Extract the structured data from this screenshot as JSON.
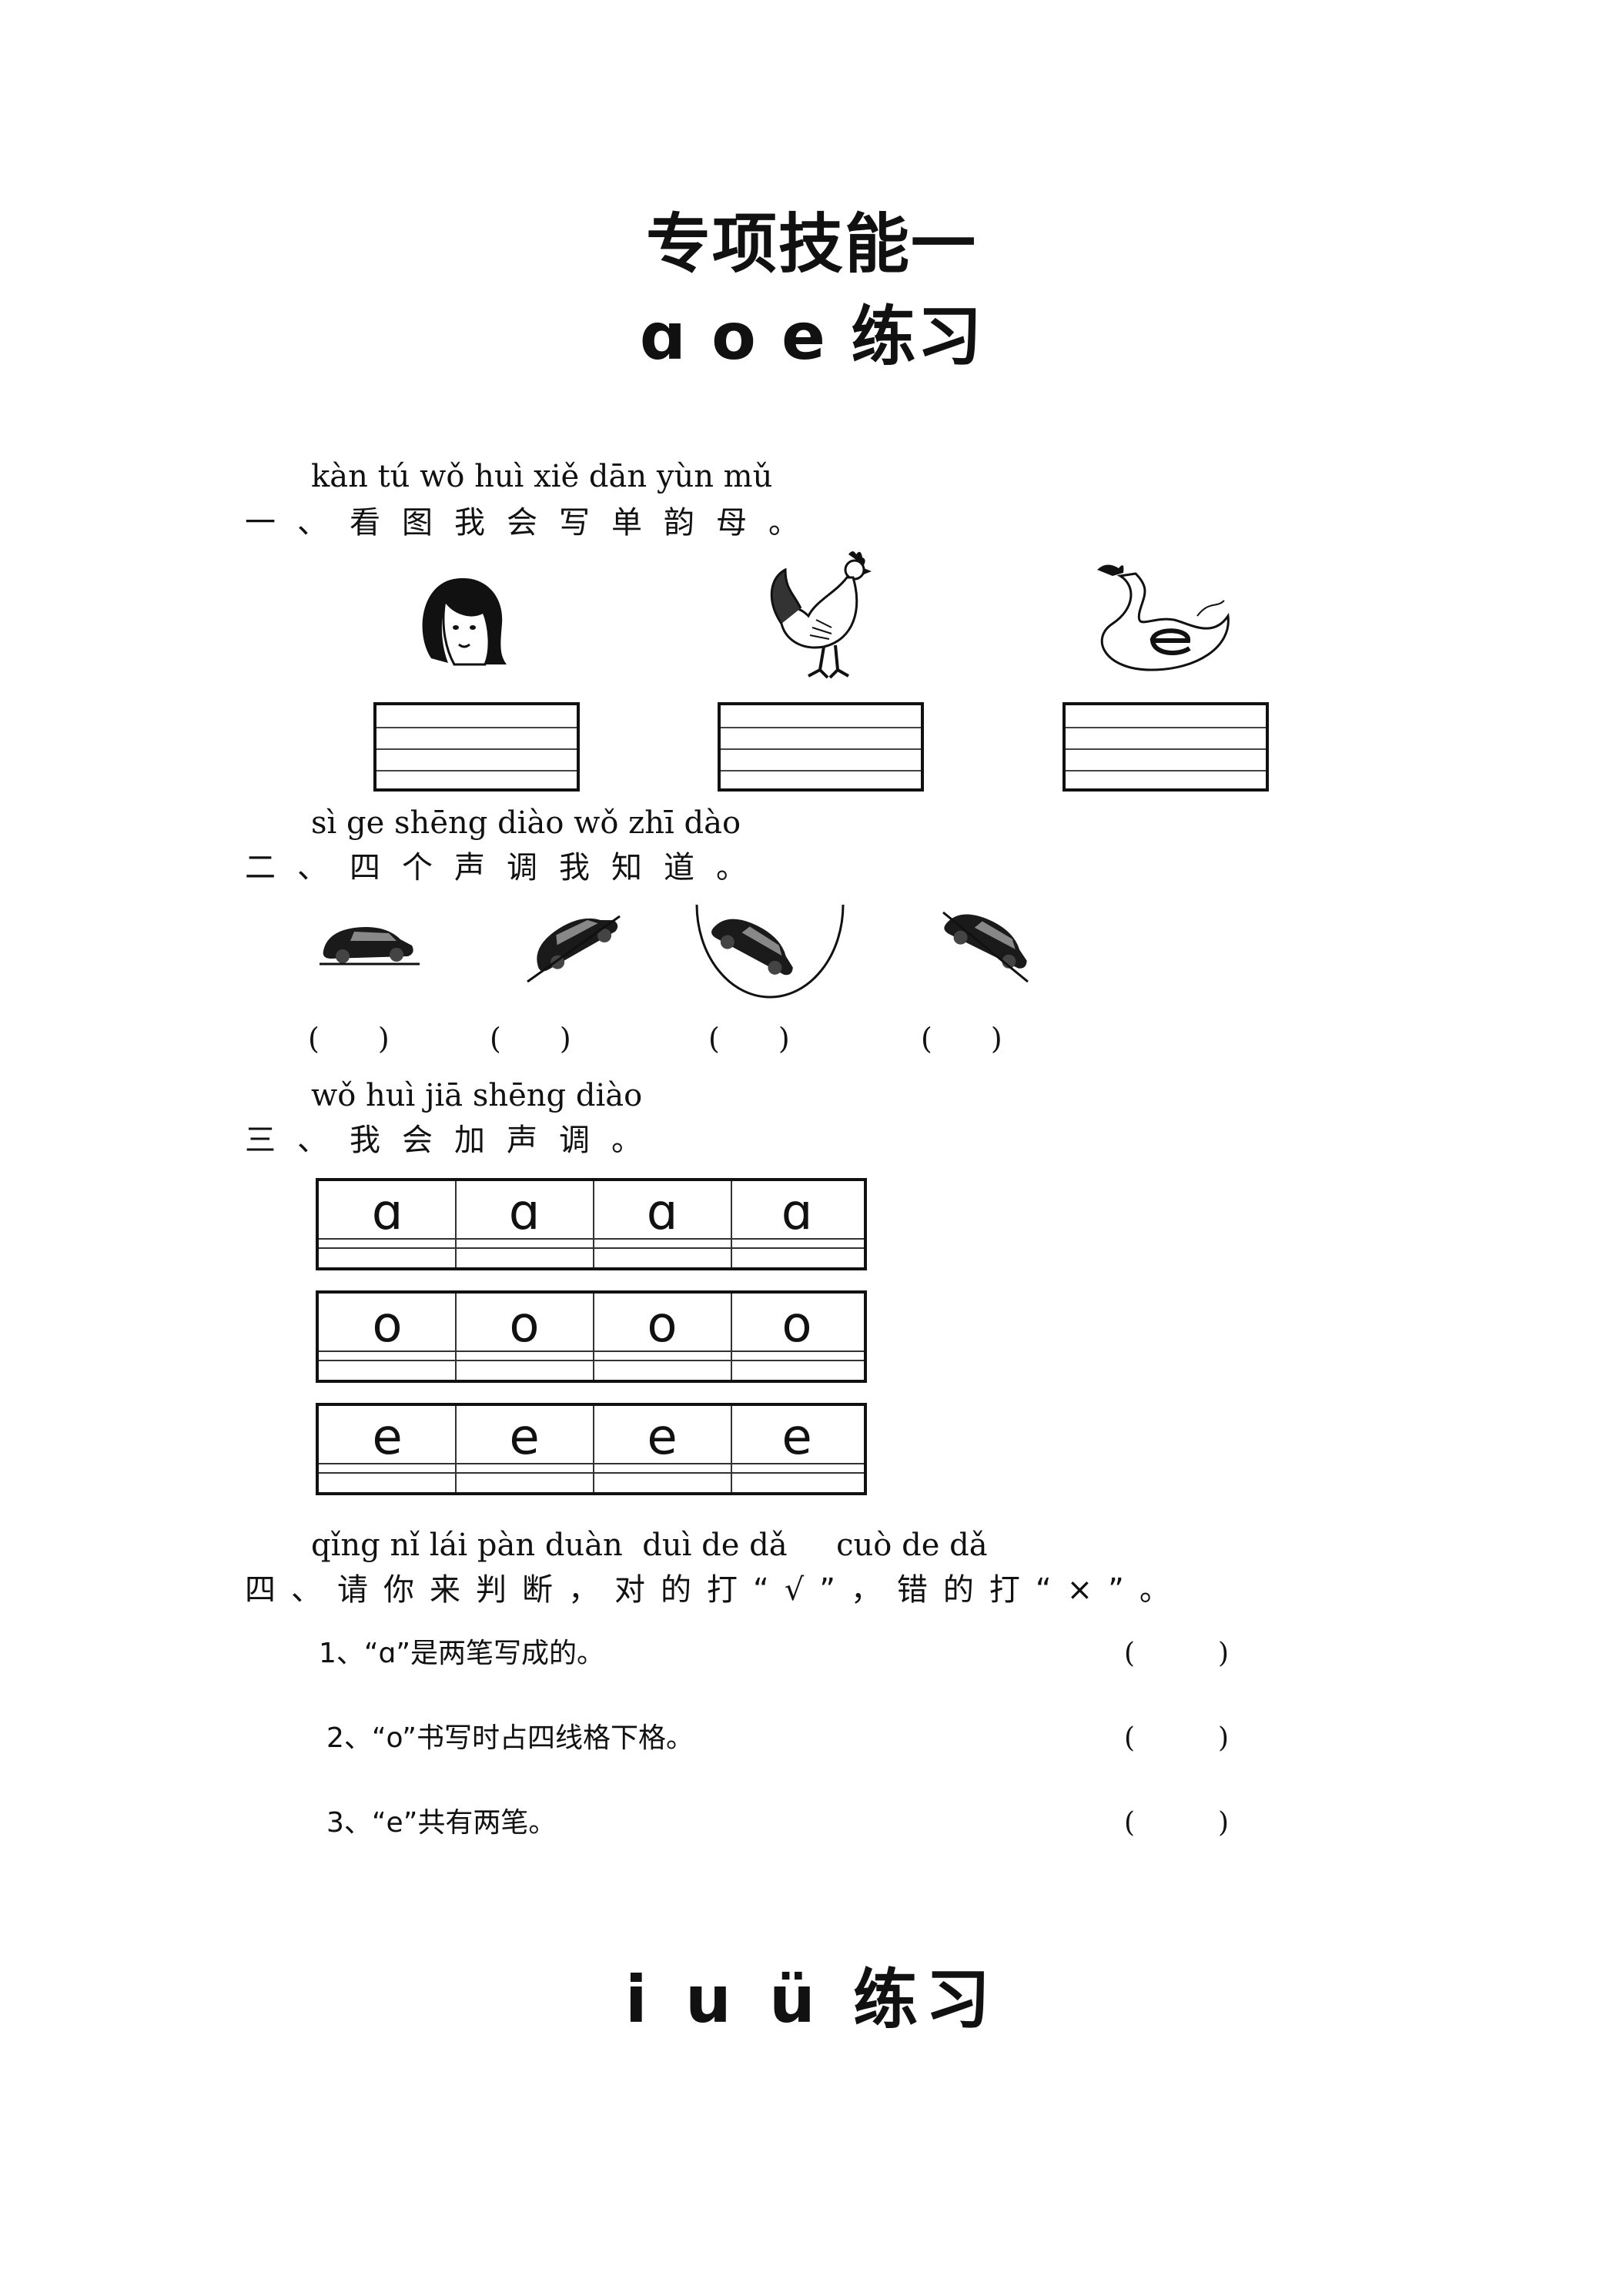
{
  "titles": {
    "main": "专项技能一",
    "sub": "ɑ o e 练习",
    "next": "i u ü 练习"
  },
  "section1": {
    "pinyin": "kàn tú wǒ huì xiě dān yùn mǔ",
    "instruction": "一、看图我会写单韵母。",
    "images": [
      "girl-face-icon",
      "rooster-icon",
      "swan-icon"
    ]
  },
  "section2": {
    "pinyin": "sì ge shēng diào wǒ zhī dào",
    "instruction": "二、四个声调我知道。",
    "images": [
      "car-flat-icon",
      "car-up-slope-icon",
      "car-valley-icon",
      "car-down-slope-icon"
    ],
    "blanks": [
      "(　　)",
      "(　　)",
      "(　　)",
      "(　　)"
    ]
  },
  "section3": {
    "pinyin": "wǒ huì jiā shēng diào",
    "instruction": "三、我会加声调。",
    "rows": [
      [
        "ɑ",
        "ɑ",
        "ɑ",
        "ɑ"
      ],
      [
        "o",
        "o",
        "o",
        "o"
      ],
      [
        "e",
        "e",
        "e",
        "e"
      ]
    ]
  },
  "section4": {
    "pinyin": "qǐng nǐ lái pàn duàn  duì de dǎ     cuò de dǎ",
    "instruction": "四、请你来判断，对的打“√”，错的打“×”。",
    "statements": [
      {
        "text": "1、“ɑ”是两笔写成的。",
        "blank": "(　　　)"
      },
      {
        "text": "2、“o”书写时占四线格下格。",
        "blank": "(　　　)"
      },
      {
        "text": "3、“e”共有两笔。",
        "blank": "(　　　)"
      }
    ]
  }
}
